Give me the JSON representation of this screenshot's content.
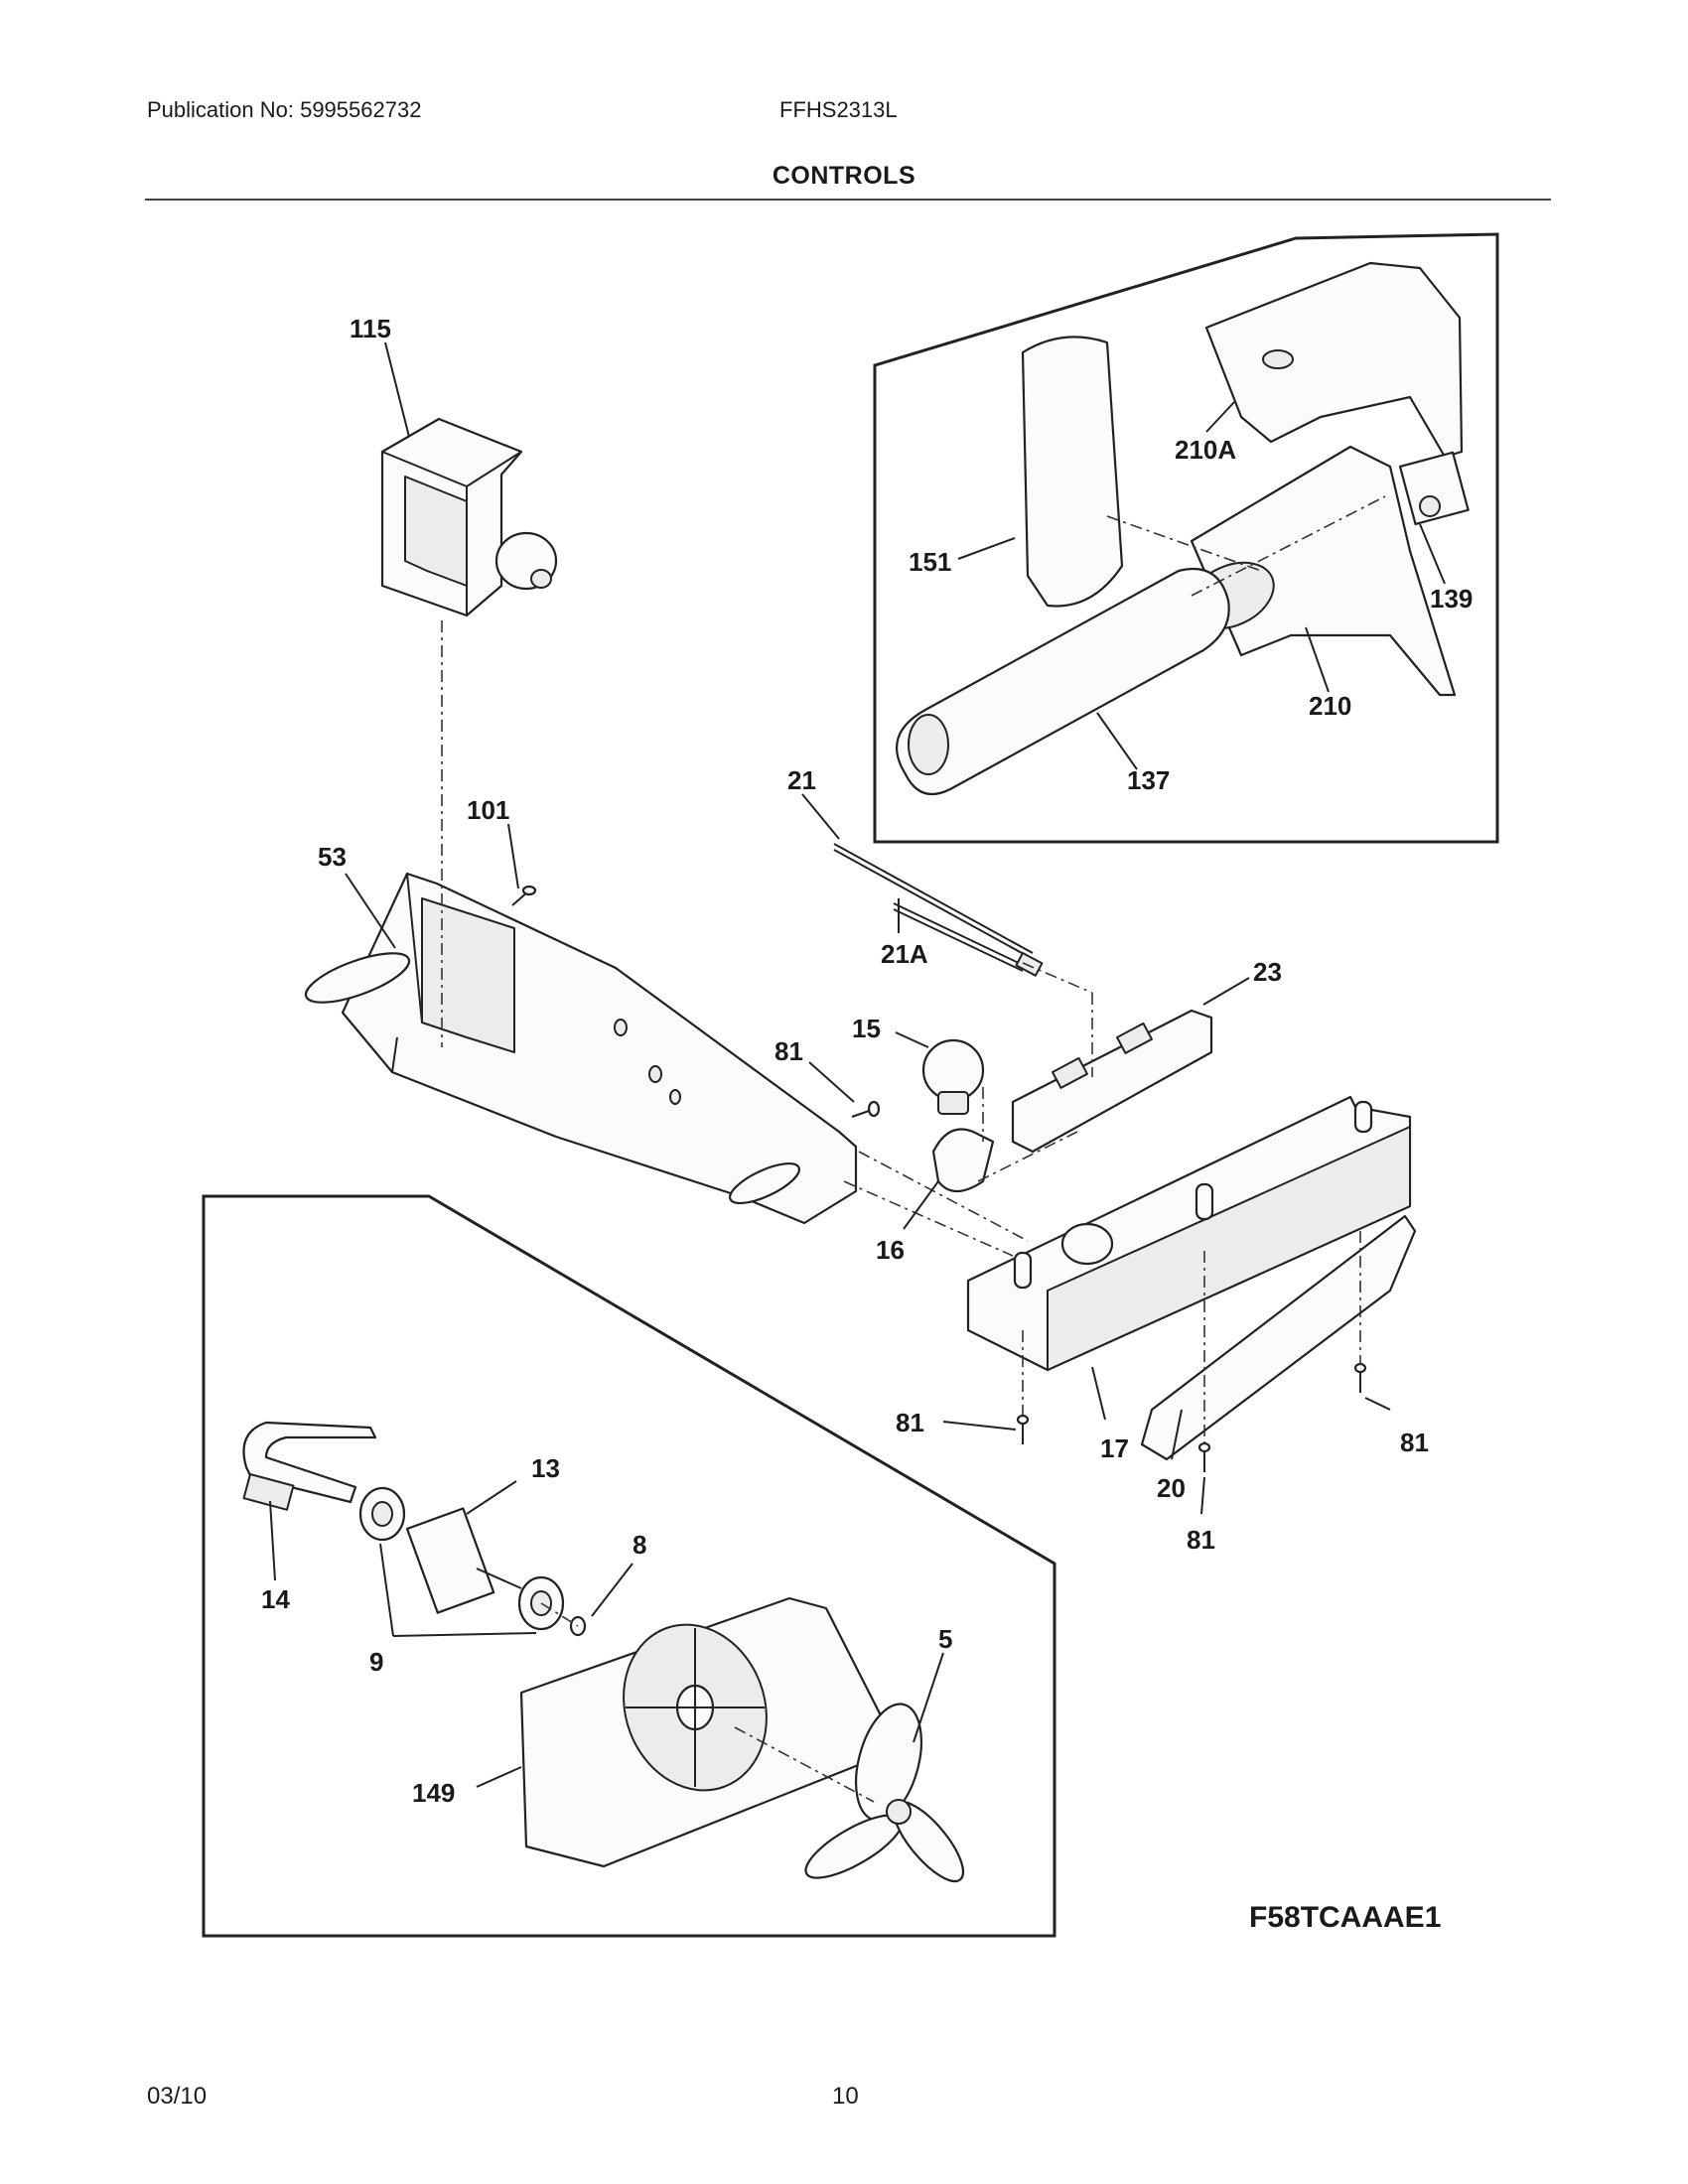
{
  "header": {
    "publication": "Publication No: 5995562732",
    "model": "FFHS2313L",
    "section": "CONTROLS"
  },
  "part_labels": [
    "115",
    "101",
    "53",
    "21",
    "21A",
    "23",
    "15",
    "81",
    "16",
    "210A",
    "151",
    "139",
    "210",
    "137",
    "13",
    "8",
    "14",
    "9",
    "5",
    "149",
    "17",
    "20"
  ],
  "figure_code": "F58TCAAAE1",
  "footer": {
    "date": "03/10",
    "page": "10"
  }
}
